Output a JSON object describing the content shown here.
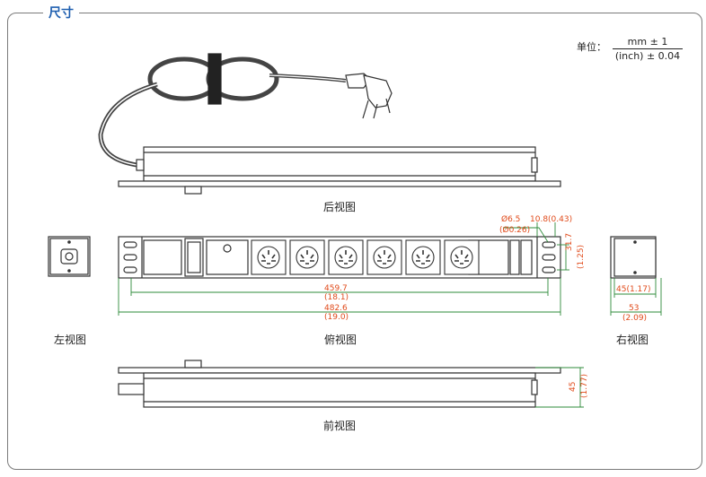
{
  "section_title": "尺寸",
  "unit": {
    "label": "单位：",
    "numerator": "mm ± 1",
    "denominator": "(inch) ± 0.04"
  },
  "views": {
    "back": "后视图",
    "left": "左视图",
    "top": "俯视图",
    "right": "右视图",
    "front": "前视图"
  },
  "dimensions": {
    "d459": "459.7",
    "d459_in": "(18.1)",
    "d482": "482.6",
    "d482_in": "(19.0)",
    "hole_dia": "Ø6.5",
    "hole_dia_in": "(Ø0.26)",
    "slot": "10.8(0.43)",
    "pitch": "31.7",
    "pitch_in": "(1.25)",
    "depth": "45(1.17)",
    "width": "53",
    "width_in": "(2.09)",
    "height": "45",
    "height_in": "(1.77)"
  },
  "colors": {
    "title": "#1f5fb0",
    "dimension_line": "#2e8b3a",
    "dimension_text": "#e04a1a",
    "drawing": "#333333"
  }
}
